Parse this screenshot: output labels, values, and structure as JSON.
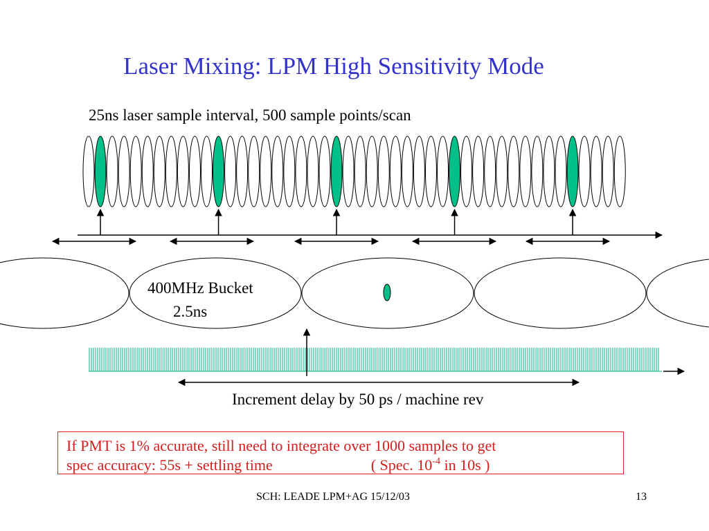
{
  "title": "Laser Mixing: LPM High Sensitivity Mode",
  "subtitle": "25ns laser sample interval, 500 sample points/scan",
  "diagram": {
    "sample_count_shown": 46,
    "highlight_every": 10,
    "bucket_label": "400MHz Bucket",
    "bucket_width": "2.5ns",
    "delay_label": "Increment delay by 50 ps / machine rev",
    "colors": {
      "title": "#3333cc",
      "highlight_fill": "#00c08a",
      "comb": "#00b080",
      "note": "#d61c1c"
    }
  },
  "note": {
    "line1": "If PMT is 1% accurate, still need to integrate over 1000 samples to get",
    "line2_left": "spec accuracy: 55s + settling time",
    "spec_prefix": "( Spec. 10",
    "spec_exponent": "-4",
    "spec_suffix": " in 10s )"
  },
  "footer": "SCH: LEADE  LPM+AG 15/12/03",
  "page_number": "13"
}
